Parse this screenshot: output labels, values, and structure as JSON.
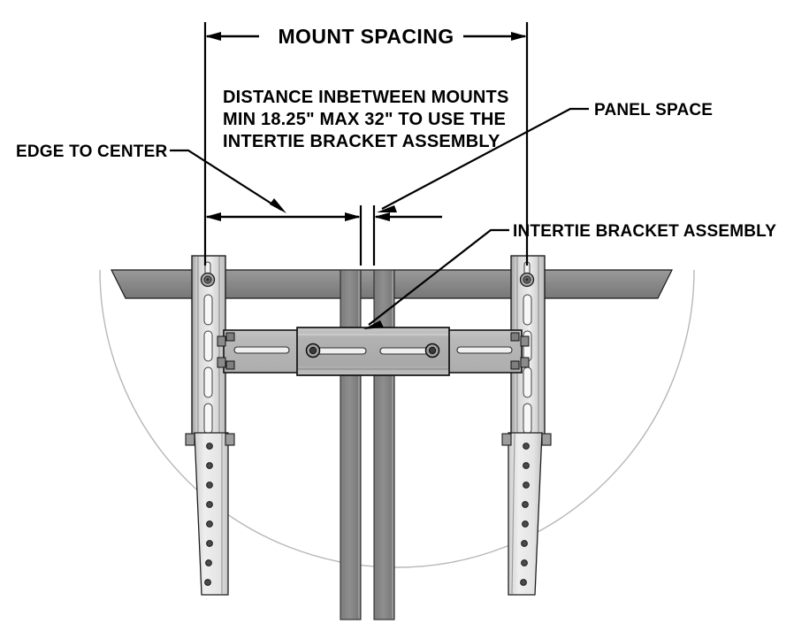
{
  "diagram": {
    "title_dimension": "MOUNT SPACING",
    "note_lines": [
      "DISTANCE INBETWEEN MOUNTS",
      "MIN 18.25\" MAX 32\" TO USE THE",
      "INTERTIE BRACKET ASSEMBLY"
    ],
    "labels": {
      "edge_to_center": "EDGE TO CENTER",
      "panel_space": "PANEL SPACE",
      "intertie_bracket_assembly": "INTERTIE BRACKET ASSEMBLY"
    },
    "measurements": {
      "mount_spacing_min": "18.25\"",
      "mount_spacing_max": "32\""
    },
    "colors": {
      "line": "#000000",
      "background": "#ffffff",
      "post_fill": "#808080",
      "post_fill_light": "#8c8c8c",
      "rail_fill": "#c8c8c8",
      "rail_fill_light": "#e2e2e2",
      "bracket_fill": "#b4b4b4",
      "bracket_fill_dark": "#9a9a9a",
      "slot_fill": "#f2f2f2",
      "arc": "#b8b8b8"
    }
  }
}
